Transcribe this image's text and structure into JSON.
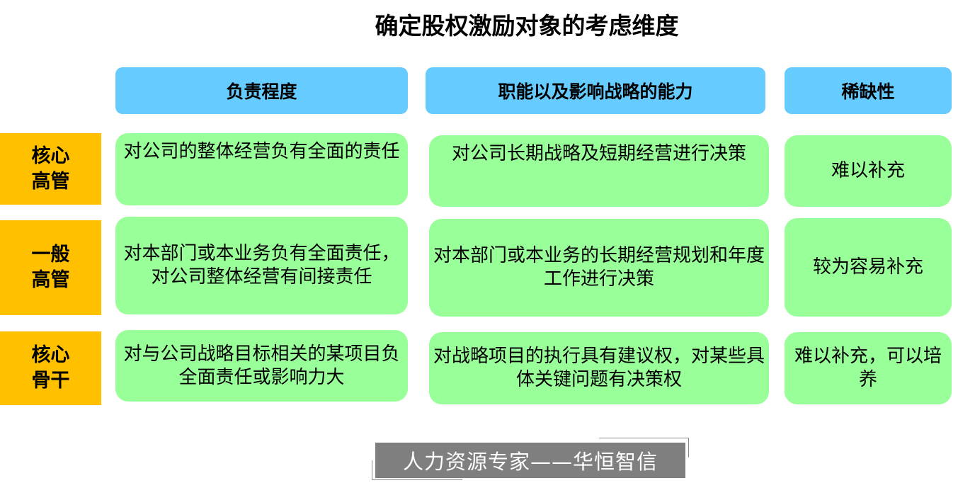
{
  "title": "确定股权激励对象的考虑维度",
  "colors": {
    "header": "#66CCFF",
    "cell": "#99FF99",
    "label": "#FFC000",
    "footer": "#7F7F7F"
  },
  "columns": [
    "负责程度",
    "职能以及影响战略的能力",
    "稀缺性"
  ],
  "rows": [
    {
      "label": "核心\n高管",
      "cells": [
        "对公司的整体经营负有全面的责任",
        "对公司长期战略及短期经营进行决策",
        "难以补充"
      ]
    },
    {
      "label": "一般\n高管",
      "cells": [
        "对本部门或本业务负有全面责任，对公司整体经营有间接责任",
        "对本部门或本业务的长期经营规划和年度工作进行决策",
        "较为容易补充"
      ]
    },
    {
      "label": "核心\n骨干",
      "cells": [
        "对与公司战略目标相关的某项目负全面责任或影响力大",
        "对战略项目的执行具有建议权，对某些具体关键问题有决策权",
        "难以补充，可以培养"
      ]
    }
  ],
  "footer": "人力资源专家——华恒智信"
}
